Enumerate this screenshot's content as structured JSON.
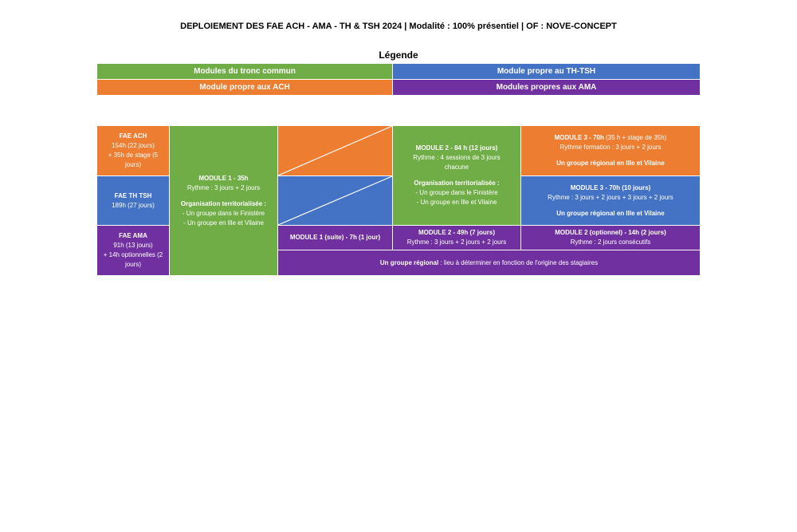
{
  "header": {
    "title": "DEPLOIEMENT DES FAE ACH - AMA - TH & TSH 2024  |  Modalité : 100% présentiel  |  OF : NOVE-CONCEPT"
  },
  "legend": {
    "title": "Légende",
    "tronc_commun": "Modules du tronc commun",
    "th_tsh": "Module propre au TH-TSH",
    "ach": "Module propre aux ACH",
    "ama": "Modules propres aux AMA"
  },
  "rows": {
    "ach": {
      "name": "FAE ACH",
      "line1": "154h (22 jours)",
      "line2": "+ 35h de stage (5",
      "line3": "jours)"
    },
    "th": {
      "name": "FAE TH TSH",
      "line1": "189h (27 jours)"
    },
    "ama": {
      "name": "FAE AMA",
      "line1": "91h (13 jours)",
      "line2": "+ 14h optionnelles (2",
      "line3": "jours)"
    }
  },
  "module1": {
    "title": "MODULE  1 - 35h",
    "rythme": "Rythme : 3 jours + 2 jours",
    "org_title": "Organisation territorialisée :",
    "org1": "- Un groupe dans le Finistère",
    "org2": "- Un groupe en Ille et Vilaine"
  },
  "module2_ach_th": {
    "title": "MODULE 2 - 84 h (12 jours)",
    "rythme1": "Rythme : 4 sessions de 3 jours",
    "rythme2": "chacune",
    "org_title": "Organisation territorialisée :",
    "org1": "- Un groupe dans le Finistère",
    "org2": "- Un groupe en Ille et Vilaine"
  },
  "module3_ach": {
    "title_bold": "MODULE 3 - 70h",
    "title_rest": " (35 h + stage de 35h)",
    "rythme": "Rythme formation : 3 jours + 2 jours",
    "groupe": "Un groupe régional en Ille et Vilaine"
  },
  "module3_th": {
    "title": "MODULE 3 - 70h (10 jours)",
    "rythme": "Rythme : 3 jours + 2 jours + 3 jours + 2 jours",
    "groupe": "Un groupe régional en Ille et Vilaine"
  },
  "module1_suite": {
    "title": "MODULE 1 (suite) - 7h (1 jour)"
  },
  "module2_ama": {
    "title": "MODULE 2  - 49h (7 jours)",
    "rythme": "Rythme : 3 jours + 2 jours + 2 jours"
  },
  "module2_opt": {
    "title": "MODULE 2 (optionnel) - 14h (2 jours)",
    "rythme": "Rythme : 2 jours consécutifs"
  },
  "groupe_regional": {
    "bold": "Un groupe régional",
    "rest": " : lieu à déterminer en fonction de l'origine des stagiaires"
  },
  "colors": {
    "green": "#70ad47",
    "blue": "#4472c4",
    "orange": "#ed7d31",
    "purple": "#7030a0"
  }
}
